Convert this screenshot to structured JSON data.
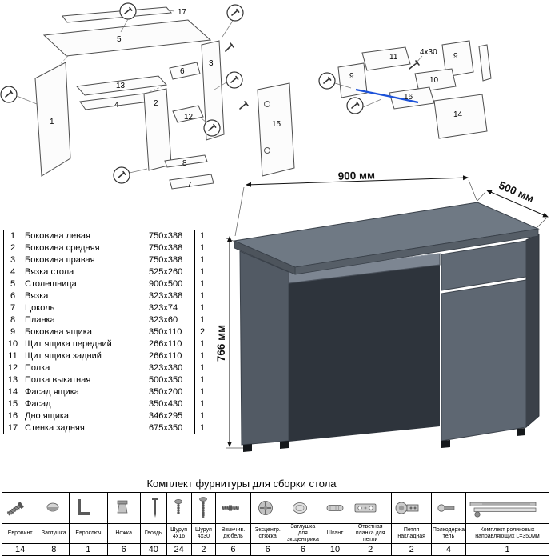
{
  "dims": {
    "width": "900 мм",
    "depth": "500 мм",
    "height": "766 мм"
  },
  "desk_diagram": {
    "labels": {
      "p1": "1",
      "p2": "2",
      "p3": "3",
      "p4": "4",
      "p5": "5",
      "p6": "6",
      "p7": "7",
      "p8": "8",
      "p12": "12",
      "p13": "13",
      "p15": "15",
      "p17": "17"
    }
  },
  "drawer_diagram": {
    "labels": {
      "p9a": "9",
      "p9b": "9",
      "p10": "10",
      "p11": "11",
      "p14": "14",
      "p16": "16"
    },
    "note": "4x30",
    "rail_color": "#1d53d9"
  },
  "render_colors": {
    "body": "#5e6772",
    "top": "#6f7984",
    "shadow": "#2e343c"
  },
  "parts_table": {
    "rows": [
      {
        "num": "1",
        "name": "Боковина левая",
        "size": "750x388",
        "qty": "1"
      },
      {
        "num": "2",
        "name": "Боковина средняя",
        "size": "750x388",
        "qty": "1"
      },
      {
        "num": "3",
        "name": "Боковина правая",
        "size": "750x388",
        "qty": "1"
      },
      {
        "num": "4",
        "name": "Вязка стола",
        "size": "525x260",
        "qty": "1"
      },
      {
        "num": "5",
        "name": "Столешница",
        "size": "900x500",
        "qty": "1"
      },
      {
        "num": "6",
        "name": "Вязка",
        "size": "323x388",
        "qty": "1"
      },
      {
        "num": "7",
        "name": "Цоколь",
        "size": "323x74",
        "qty": "1"
      },
      {
        "num": "8",
        "name": "Планка",
        "size": "323x60",
        "qty": "1"
      },
      {
        "num": "9",
        "name": "Боковина ящика",
        "size": "350x110",
        "qty": "2"
      },
      {
        "num": "10",
        "name": "Щит ящика передний",
        "size": "266x110",
        "qty": "1"
      },
      {
        "num": "11",
        "name": "Щит ящика задний",
        "size": "266x110",
        "qty": "1"
      },
      {
        "num": "12",
        "name": "Полка",
        "size": "323x380",
        "qty": "1"
      },
      {
        "num": "13",
        "name": "Полка выкатная",
        "size": "500x350",
        "qty": "1"
      },
      {
        "num": "14",
        "name": "Фасад ящика",
        "size": "350x200",
        "qty": "1"
      },
      {
        "num": "15",
        "name": "Фасад",
        "size": "350x430",
        "qty": "1"
      },
      {
        "num": "16",
        "name": "Дно ящика",
        "size": "346x295",
        "qty": "1"
      },
      {
        "num": "17",
        "name": "Стенка задняя",
        "size": "675x350",
        "qty": "1"
      }
    ]
  },
  "hardware": {
    "title": "Комплект фурнитуры для сборки стола",
    "items": [
      {
        "name": "Евровинт",
        "qty": "14",
        "icon": "confirmat-screw-icon"
      },
      {
        "name": "Заглушка",
        "qty": "8",
        "icon": "cap-plug-icon"
      },
      {
        "name": "Евроключ",
        "qty": "1",
        "icon": "hex-key-icon"
      },
      {
        "name": "Ножка",
        "qty": "6",
        "icon": "leg-foot-icon"
      },
      {
        "name": "Гвоздь",
        "qty": "40",
        "icon": "nail-icon"
      },
      {
        "name": "Шуруп 4x16",
        "qty": "24",
        "icon": "screw-4x16-icon"
      },
      {
        "name": "Шуруп 4x30",
        "qty": "2",
        "icon": "screw-4x30-icon"
      },
      {
        "name": "Ввинчив. дюбель",
        "qty": "6",
        "icon": "dowel-screw-icon"
      },
      {
        "name": "Эксцентр. стяжка",
        "qty": "6",
        "icon": "cam-lock-icon"
      },
      {
        "name": "Заглушка для эксцентрика",
        "qty": "6",
        "icon": "cam-cap-icon"
      },
      {
        "name": "Шкант",
        "qty": "10",
        "icon": "wood-dowel-icon"
      },
      {
        "name": "Ответная планка для петли",
        "qty": "2",
        "icon": "hinge-plate-icon"
      },
      {
        "name": "Петля накладная",
        "qty": "2",
        "icon": "overlay-hinge-icon"
      },
      {
        "name": "Полкодержатель",
        "qty": "4",
        "icon": "shelf-pin-icon"
      },
      {
        "name": "Комплект роликовых направляющих L=350мм",
        "qty": "1",
        "icon": "roller-slides-icon"
      }
    ]
  }
}
